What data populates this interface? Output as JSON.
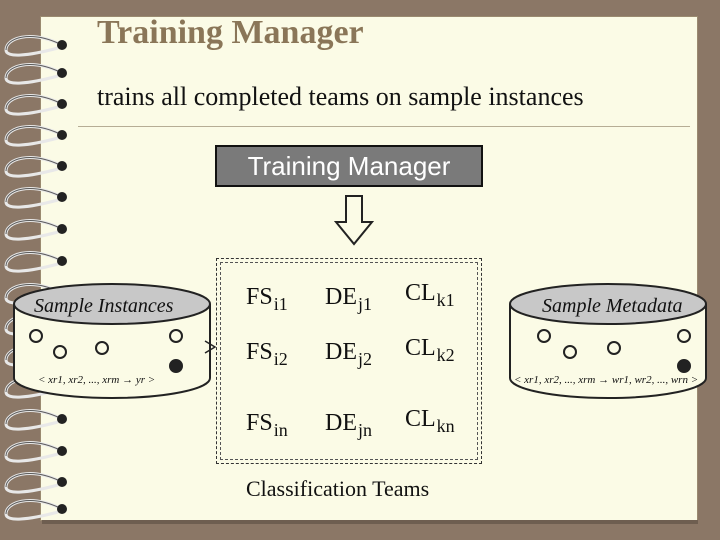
{
  "slide": {
    "title": "Training Manager",
    "subtitle": "trains all completed teams on sample instances"
  },
  "diagram": {
    "manager_box_label": "Training Manager",
    "teams_caption": "Classification Teams",
    "teams": [
      {
        "fs": "FS",
        "fs_sub": "i1",
        "de": "DE",
        "de_sub": "j1",
        "cl": "CL",
        "cl_sub": "k1"
      },
      {
        "fs": "FS",
        "fs_sub": "i2",
        "de": "DE",
        "de_sub": "j2",
        "cl": "CL",
        "cl_sub": "k2"
      },
      {
        "fs": "FS",
        "fs_sub": "in",
        "de": "DE",
        "de_sub": "jn",
        "cl": "CL",
        "cl_sub": "kn"
      }
    ],
    "left_db": {
      "label": "Sample Instances",
      "formula": "< xr1, xr2, ..., xrm → yr >"
    },
    "right_db": {
      "label": "Sample Metadata",
      "formula": "< xr1, xr2, ..., xrm → wr1, wr2, ..., wrn >"
    }
  },
  "colors": {
    "background": "#8b7766",
    "page": "#fbfbe6",
    "title": "#8a7658",
    "manager_box": "#7a7a7a",
    "cylinder_fill": "#c8c8c8"
  },
  "icons": [
    "spiral-ring-icon",
    "down-arrow-icon",
    "database-cylinder-icon"
  ]
}
